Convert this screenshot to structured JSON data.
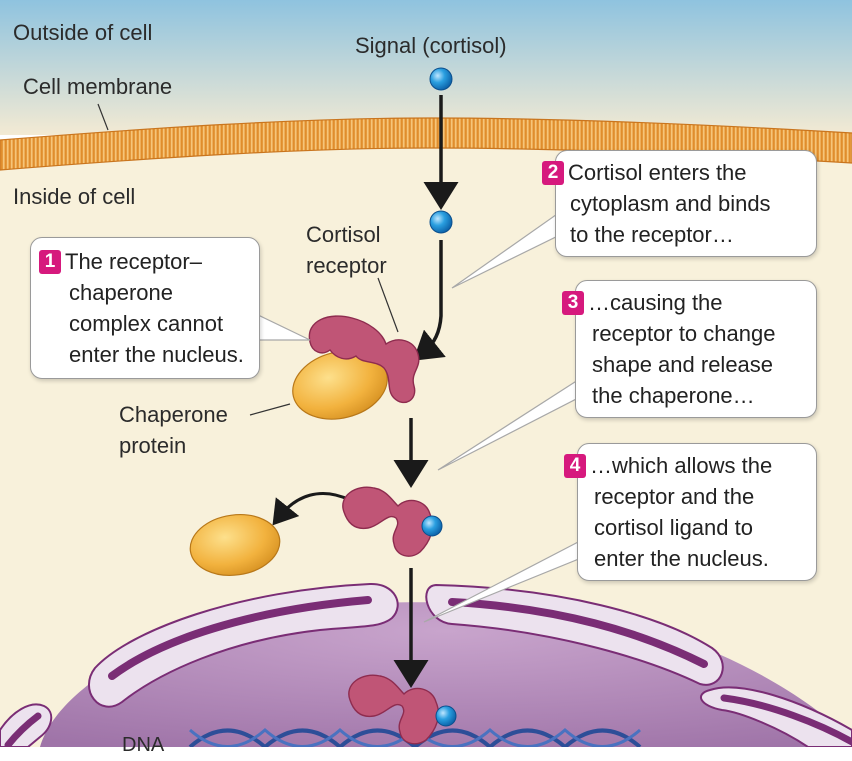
{
  "labels": {
    "outside": "Outside of cell",
    "membrane": "Cell membrane",
    "inside": "Inside of cell",
    "signal": "Signal (cortisol)",
    "receptor": [
      "Cortisol",
      "receptor"
    ],
    "chaperone": [
      "Chaperone",
      "protein"
    ],
    "dna": "DNA"
  },
  "steps": [
    {
      "number": "1",
      "lines": [
        "The receptor–",
        "chaperone",
        "complex cannot",
        "enter the nucleus."
      ]
    },
    {
      "number": "2",
      "lines": [
        "Cortisol enters the",
        "cytoplasm and binds",
        "to the receptor…"
      ]
    },
    {
      "number": "3",
      "lines": [
        "…causing the",
        "receptor to change",
        "shape and release",
        "the chaperone…"
      ]
    },
    {
      "number": "4",
      "lines": [
        "…which allows the",
        "receptor and the",
        "cortisol ligand to",
        "enter the nucleus."
      ]
    }
  ],
  "colors": {
    "outside_top": "#8fc3df",
    "outside_bottom": "#f6ecd2",
    "cytoplasm": "#f8f1db",
    "membrane": "#e79a3a",
    "receptor": "#c05576",
    "chaperone": "#f0b23e",
    "nucleus": "#b28ab8",
    "envelope": "#7a2d75",
    "cortisol": "#2a9fe0",
    "step_badge": "#d6197d",
    "dna": "#2d4e98"
  }
}
